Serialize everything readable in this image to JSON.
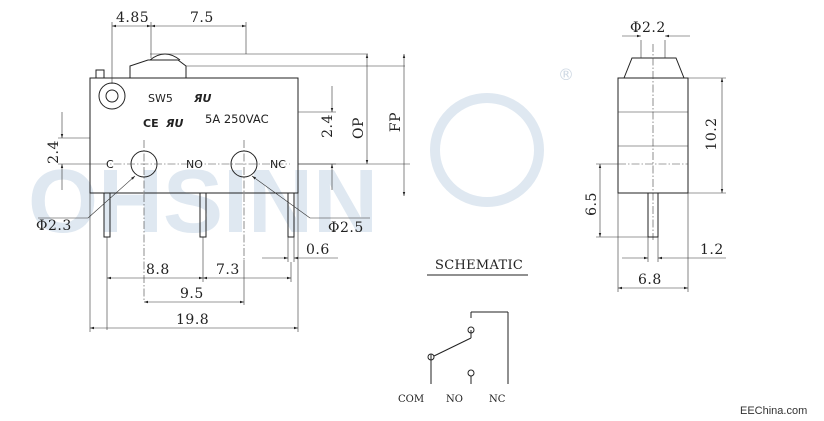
{
  "front_view": {
    "dims": {
      "d_4_85": "4.85",
      "d_7_5": "7.5",
      "d_2_4_left": "2.4",
      "d_2_4_right": "2.4",
      "op": "OP",
      "fp": "FP",
      "phi_2_3": "Φ2.3",
      "phi_2_5": "Φ2.5",
      "d_0_6": "0.6",
      "d_8_8": "8.8",
      "d_7_3": "7.3",
      "d_9_5": "9.5",
      "d_19_8": "19.8"
    },
    "body_text": {
      "model": "SW5",
      "ul_mark": "ЯU",
      "ce_mark": "CE",
      "rating": "5A 250VAC"
    },
    "terminals": {
      "c": "C",
      "no": "NO",
      "nc": "NC"
    }
  },
  "side_view": {
    "dims": {
      "phi_2_2": "Φ2.2",
      "d_10_2": "10.2",
      "d_6_5": "6.5",
      "d_1_2": "1.2",
      "d_6_8": "6.8"
    }
  },
  "schematic": {
    "title": "SCHEMATIC",
    "labels": {
      "com": "COM",
      "no": "NO",
      "nc": "NC"
    }
  },
  "watermark": {
    "text": "OHSINN",
    "registered": "®"
  },
  "brand": {
    "site": "EEChina.com"
  },
  "colors": {
    "line": "#222222",
    "watermark": "#dfe8f1"
  }
}
